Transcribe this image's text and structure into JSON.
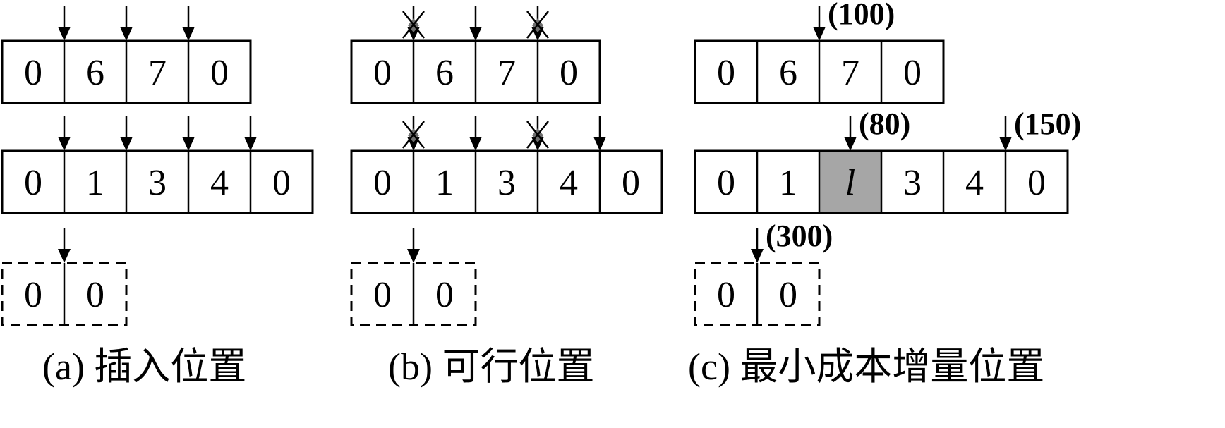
{
  "panels": [
    {
      "id": "a",
      "caption": "(a) 插入位置",
      "routes": [
        {
          "cells": [
            "0",
            "6",
            "7",
            "0"
          ],
          "dashed": false,
          "arrows": [
            {
              "boundary": 1,
              "crossed": false,
              "cost": ""
            },
            {
              "boundary": 2,
              "crossed": false,
              "cost": ""
            },
            {
              "boundary": 3,
              "crossed": false,
              "cost": ""
            }
          ]
        },
        {
          "cells": [
            "0",
            "1",
            "3",
            "4",
            "0"
          ],
          "dashed": false,
          "arrows": [
            {
              "boundary": 1,
              "crossed": false,
              "cost": ""
            },
            {
              "boundary": 2,
              "crossed": false,
              "cost": ""
            },
            {
              "boundary": 3,
              "crossed": false,
              "cost": ""
            },
            {
              "boundary": 4,
              "crossed": false,
              "cost": ""
            }
          ]
        },
        {
          "cells": [
            "0",
            "0"
          ],
          "dashed": true,
          "arrows": [
            {
              "boundary": 1,
              "crossed": false,
              "cost": ""
            }
          ]
        }
      ]
    },
    {
      "id": "b",
      "caption": "(b) 可行位置",
      "routes": [
        {
          "cells": [
            "0",
            "6",
            "7",
            "0"
          ],
          "dashed": false,
          "arrows": [
            {
              "boundary": 1,
              "crossed": true,
              "cost": ""
            },
            {
              "boundary": 2,
              "crossed": false,
              "cost": ""
            },
            {
              "boundary": 3,
              "crossed": true,
              "cost": ""
            }
          ]
        },
        {
          "cells": [
            "0",
            "1",
            "3",
            "4",
            "0"
          ],
          "dashed": false,
          "arrows": [
            {
              "boundary": 1,
              "crossed": true,
              "cost": ""
            },
            {
              "boundary": 2,
              "crossed": false,
              "cost": ""
            },
            {
              "boundary": 3,
              "crossed": true,
              "cost": ""
            },
            {
              "boundary": 4,
              "crossed": false,
              "cost": ""
            }
          ]
        },
        {
          "cells": [
            "0",
            "0"
          ],
          "dashed": true,
          "arrows": [
            {
              "boundary": 1,
              "crossed": false,
              "cost": ""
            }
          ]
        }
      ]
    },
    {
      "id": "c",
      "caption": "(c) 最小成本增量位置",
      "routes": [
        {
          "cells": [
            "0",
            "6",
            "7",
            "0"
          ],
          "dashed": false,
          "highlight_index": -1,
          "arrows": [
            {
              "boundary": 2,
              "crossed": false,
              "cost": "(100)"
            }
          ]
        },
        {
          "cells": [
            "0",
            "1",
            "l",
            "3",
            "4",
            "0"
          ],
          "dashed": false,
          "highlight_index": 2,
          "arrows": [
            {
              "boundary": 2.5,
              "crossed": false,
              "cost": "(80)"
            },
            {
              "boundary": 5,
              "crossed": false,
              "cost": "(150)"
            }
          ]
        },
        {
          "cells": [
            "0",
            "0"
          ],
          "dashed": true,
          "highlight_index": -1,
          "arrows": [
            {
              "boundary": 1,
              "crossed": false,
              "cost": "(300)"
            }
          ]
        }
      ]
    }
  ],
  "colors": {
    "stroke": "#000000",
    "highlight_fill": "#a6a6a6",
    "cross_marker": "#6e6e6e"
  }
}
